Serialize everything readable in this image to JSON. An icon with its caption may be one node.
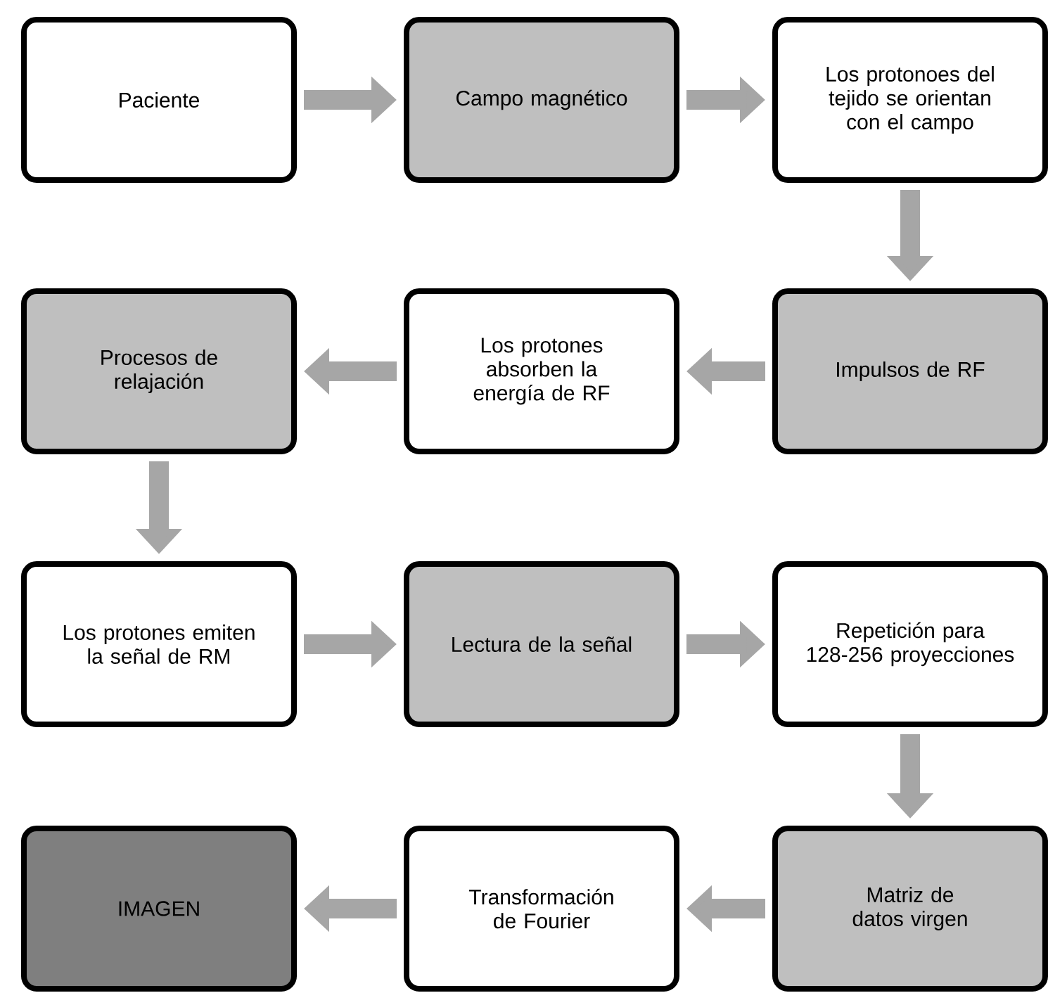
{
  "diagram": {
    "nodes": [
      {
        "text": [
          "Paciente"
        ]
      },
      {
        "text": [
          "Campo magnético"
        ]
      },
      {
        "text": [
          "Los protonoes del tejido se orientan con el campo"
        ]
      },
      {
        "text": [
          "Impulsos de RF"
        ]
      },
      {
        "text": [
          "Los protones absorben la energía de RF"
        ]
      },
      {
        "text": [
          "Procesos de relajación"
        ]
      },
      {
        "text": [
          "Los protones emiten la señal de RM"
        ]
      },
      {
        "text": [
          "Lectura de la señal"
        ]
      },
      {
        "text": [
          "Repetición para 128-256 proyecciones"
        ]
      },
      {
        "text": [
          "Matriz de datos virgen"
        ]
      },
      {
        "text": [
          "Transformación de Fourier"
        ]
      },
      {
        "text": [
          "IMAGEN"
        ]
      }
    ],
    "edges": [
      {
        "from": 0,
        "to": 1,
        "arrow": "to"
      },
      {
        "from": 1,
        "to": 2,
        "arrow": "to"
      },
      {
        "from": 2,
        "to": 3,
        "arrow": "to"
      },
      {
        "from": 3,
        "to": 4,
        "arrow": "to"
      },
      {
        "from": 4,
        "to": 5,
        "arrow": "to"
      },
      {
        "from": 5,
        "to": 6,
        "arrow": "to"
      },
      {
        "from": 6,
        "to": 7,
        "arrow": "to"
      },
      {
        "from": 7,
        "to": 8,
        "arrow": "to"
      },
      {
        "from": 8,
        "to": 9,
        "arrow": "to"
      },
      {
        "from": 9,
        "to": 10,
        "arrow": "to"
      },
      {
        "from": 10,
        "to": 11,
        "arrow": "to"
      }
    ]
  }
}
